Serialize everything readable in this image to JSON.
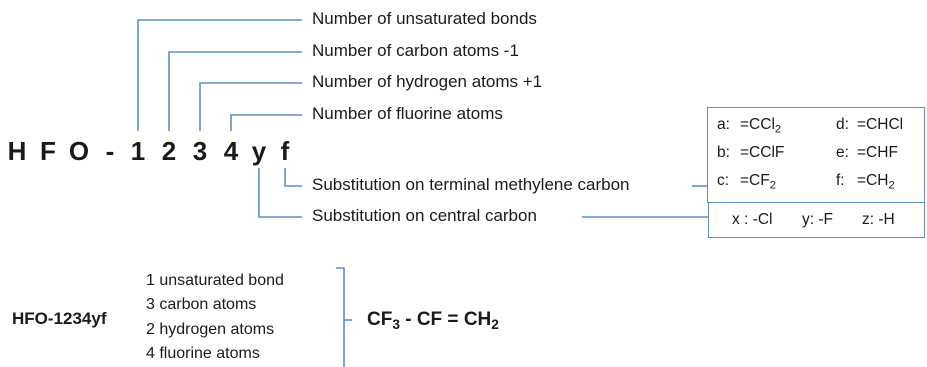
{
  "code_chars": [
    "H",
    "F",
    "O",
    "-",
    "1",
    "2",
    "3",
    "4",
    "y",
    "f"
  ],
  "annotations": {
    "unsaturated_bonds": "Number of unsaturated bonds",
    "carbon_atoms": "Number of carbon atoms -1",
    "hydrogen_atoms": "Number of hydrogen atoms +1",
    "fluorine_atoms": "Number of fluorine atoms",
    "terminal_substitution": "Substitution on terminal methylene carbon",
    "central_substitution": "Substitution on central carbon"
  },
  "terminal_box": {
    "a_key": "a:",
    "a_val": "=CCl",
    "a_sub": "2",
    "b_key": "b:",
    "b_val": "=CClF",
    "c_key": "c:",
    "c_val": "=CF",
    "c_sub": "2",
    "d_key": "d:",
    "d_val": "=CHCl",
    "e_key": "e:",
    "e_val": "=CHF",
    "f_key": "f:",
    "f_val": "=CH",
    "f_sub": "2"
  },
  "central_box": {
    "x": "x : -Cl",
    "y": "y: -F",
    "z": "z: -H"
  },
  "example": {
    "name": "HFO-1234yf",
    "lines": [
      "1 unsaturated bond",
      "3 carbon atoms",
      "2 hydrogen atoms",
      "4 fluorine atoms"
    ],
    "formula": {
      "p1": "CF",
      "p1_sub": "3",
      "p2": " - CF = ",
      "p3": "CH",
      "p3_sub": "2"
    }
  },
  "colors": {
    "line": "#5b8ec9",
    "text": "#1a1a1a"
  }
}
